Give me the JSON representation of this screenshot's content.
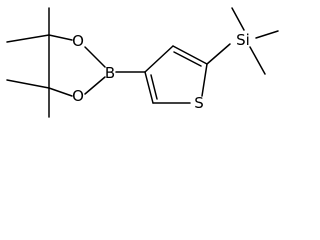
{
  "structure": {
    "atoms": {
      "boron": "B",
      "oxygen_top": "O",
      "oxygen_bottom": "O",
      "sulfur": "S",
      "silicon": "Si"
    }
  }
}
